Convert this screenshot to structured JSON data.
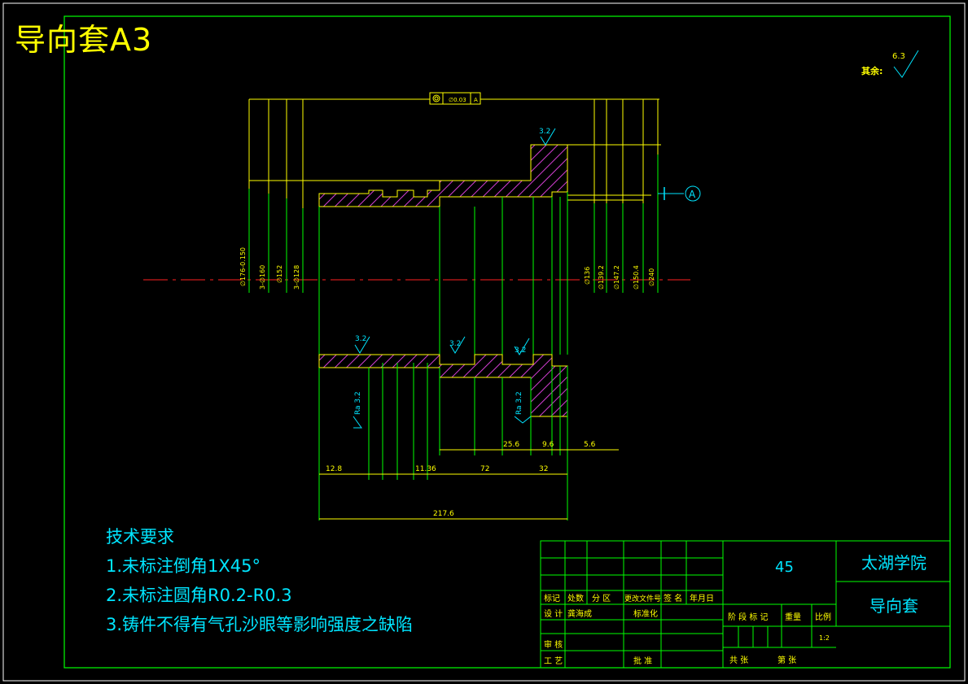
{
  "title": "导向套A3",
  "roughness": {
    "other_label": "其余:",
    "other_value": "6.3",
    "face": "3.2",
    "ra_label": "Ra 3.2"
  },
  "datum": {
    "label": "A",
    "fcf_tolerance": "∅0.03",
    "fcf_datum": "A"
  },
  "diameters_left": [
    "∅176-0.150",
    "3-∅160",
    "∅152",
    "3-∅128"
  ],
  "diameters_right": [
    "∅136",
    "∅139.2",
    "∅147.2",
    "∅150.4",
    "∅240"
  ],
  "lengths": {
    "total": "217.6",
    "l1": "12.8",
    "l2": "11.36",
    "l3": "72",
    "l4": "32",
    "l5": "25.6",
    "l6": "9.6",
    "l7": "5.6"
  },
  "requirements": {
    "heading": "技术要求",
    "items": [
      "1.未标注倒角1X45°",
      "2.未标注圆角R0.2-R0.3",
      "3.铸件不得有气孔沙眼等影响强度之缺陷"
    ]
  },
  "titleblock": {
    "material": "45",
    "school": "太湖学院",
    "part_name": "导向套",
    "hdr_mark": "标记",
    "hdr_count": "处数",
    "hdr_zone": "分 区",
    "hdr_docno": "更改文件号",
    "hdr_sign": "签 名",
    "hdr_date": "年月日",
    "design": "设 计",
    "designer": "龚海成",
    "standard": "标准化",
    "stage": "阶 段 标 记",
    "weight": "重量",
    "scale": "比例",
    "scale_value": "1:2",
    "review": "审 核",
    "process": "工 艺",
    "approve": "批 准",
    "total_sheets": "共     张",
    "sheet_no": "第     张"
  }
}
